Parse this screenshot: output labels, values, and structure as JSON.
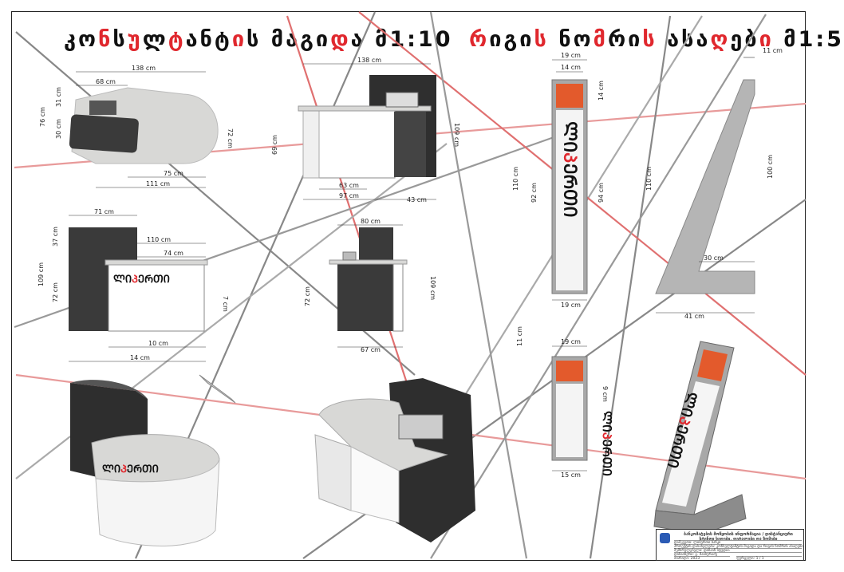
{
  "titles": {
    "left": {
      "parts": [
        {
          "t": "კო",
          "h": false
        },
        {
          "t": "ნ",
          "h": true
        },
        {
          "t": "ს",
          "h": false
        },
        {
          "t": "უ",
          "h": true
        },
        {
          "t": "ლ",
          "h": false
        },
        {
          "t": "ტ",
          "h": true
        },
        {
          "t": "ანტ",
          "h": false
        },
        {
          "t": "ი",
          "h": true
        },
        {
          "t": "ს მაგი",
          "h": false
        },
        {
          "t": "დ",
          "h": true
        },
        {
          "t": "ა მ1:10",
          "h": false
        }
      ]
    },
    "right": {
      "parts": [
        {
          "t": "რ",
          "h": true
        },
        {
          "t": "იგი",
          "h": false
        },
        {
          "t": "ს",
          "h": true
        },
        {
          "t": " ნო",
          "h": false
        },
        {
          "t": "მ",
          "h": true
        },
        {
          "t": "რი",
          "h": false
        },
        {
          "t": "ს",
          "h": true
        },
        {
          "t": " ასა",
          "h": false
        },
        {
          "t": "ღ",
          "h": true
        },
        {
          "t": "ებ",
          "h": false
        },
        {
          "t": "ი",
          "h": true
        },
        {
          "t": " მ1:5",
          "h": false
        }
      ]
    }
  },
  "brand": {
    "pre": "ᲚᲘ",
    "mid": "Პ",
    "post": "ᲔᲠᲗᲘ",
    "red": "#e0282e"
  },
  "dims": {
    "top_plan": {
      "overall": "138 cm",
      "w68": "68 cm",
      "h31": "31 cm",
      "h76": "76 cm",
      "h30": "30 cm",
      "h72": "72 cm",
      "w75": "75 cm",
      "w111": "111 cm"
    },
    "side": {
      "overall": "138 cm",
      "h69": "69 cm",
      "h109": "109 cm",
      "w63": "63 cm",
      "w97": "97 cm",
      "w43": "43 cm"
    },
    "front": {
      "w71": "71 cm",
      "w110": "110 cm",
      "w74": "74 cm",
      "h37": "37 cm",
      "h109": "109 cm",
      "h72": "72 cm",
      "h7": "7 cm",
      "w10": "10 cm",
      "w14": "14 cm"
    },
    "end": {
      "w80": "80 cm",
      "h72": "72 cm",
      "h109": "109 cm",
      "w67": "67 cm"
    },
    "stand_front": {
      "w19top": "19 cm",
      "w14": "14 cm",
      "h14": "14 cm",
      "h110": "110 cm",
      "h92": "92 cm",
      "h94": "94 cm",
      "w19bot": "19 cm"
    },
    "stand_side": {
      "w11": "11 cm",
      "h110": "110 cm",
      "h100": "100 cm",
      "w30": "30 cm",
      "w41": "41 cm"
    },
    "stand_small": {
      "h11": "11 cm",
      "w19": "19 cm",
      "h9": "9 cm",
      "w15": "15 cm"
    }
  },
  "title_block": {
    "header": "ბანკომატების მოწყობის ინფორმაცია / დისტანციური სტენდი ხედები, დეტალები და ზომები",
    "rows": [
      "დამკვეთი: ლიბერთი ბანკი",
      "პროექტის დასახელება: კონსულტანტის მაგიდა და რიგის ნომრის ასაღები",
      "შემსრულებელი: დიზაინ სტუდია",
      "დიზაინერი: გ. მაისურაძე",
      "თარიღი: 2023",
      "ფურცელი: 1 / 1"
    ]
  },
  "colors": {
    "accent_red": "#e0282e",
    "cabinet": "#3a3a3a",
    "marble": "#d9d9d6",
    "stand_grey": "#a8a8a8",
    "screen": "#e35a2c"
  }
}
